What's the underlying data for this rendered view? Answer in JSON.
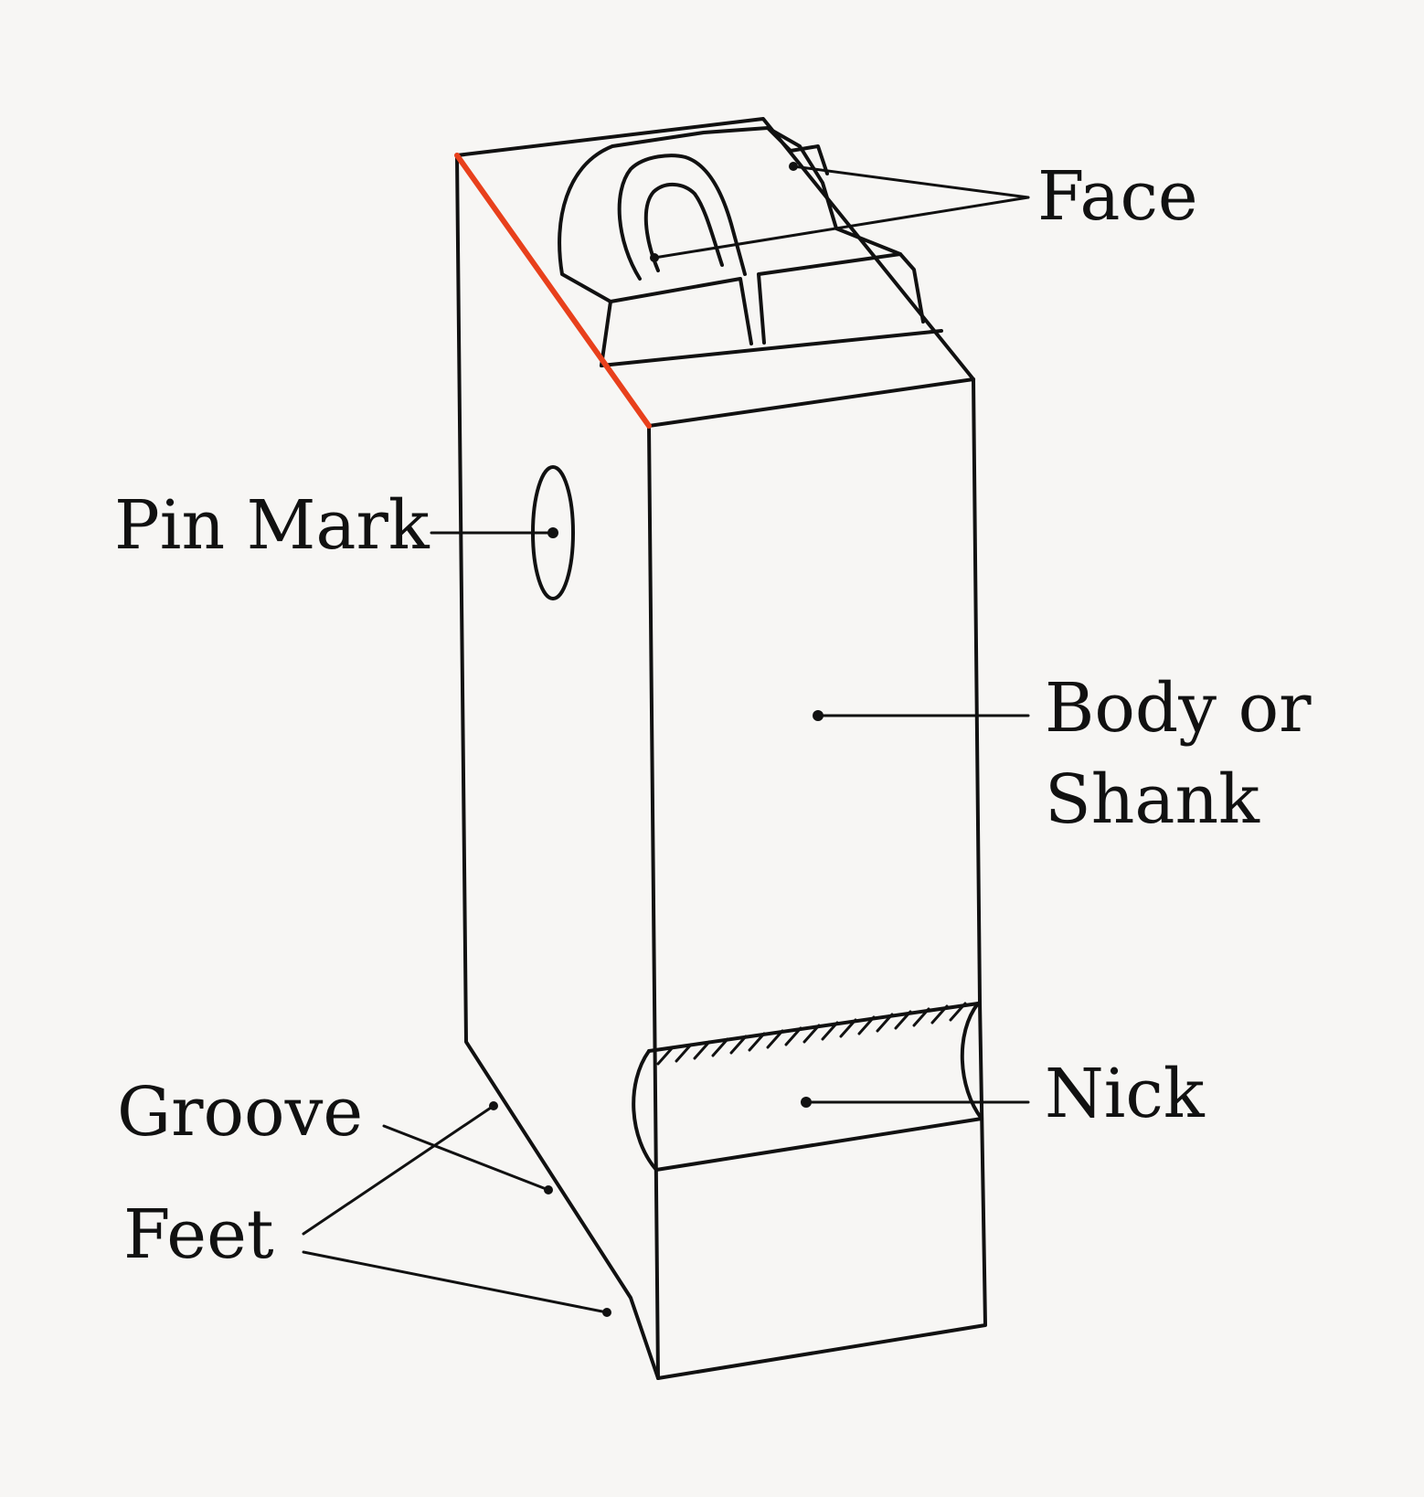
{
  "labels": {
    "face": "Face",
    "pin_mark": "Pin Mark",
    "body_line1": "Body or",
    "body_line2": "Shank",
    "nick": "Nick",
    "groove": "Groove",
    "feet": "Feet"
  },
  "colors": {
    "background": "#f7f6f4",
    "ink": "#111111",
    "highlight": "#e8401c"
  }
}
